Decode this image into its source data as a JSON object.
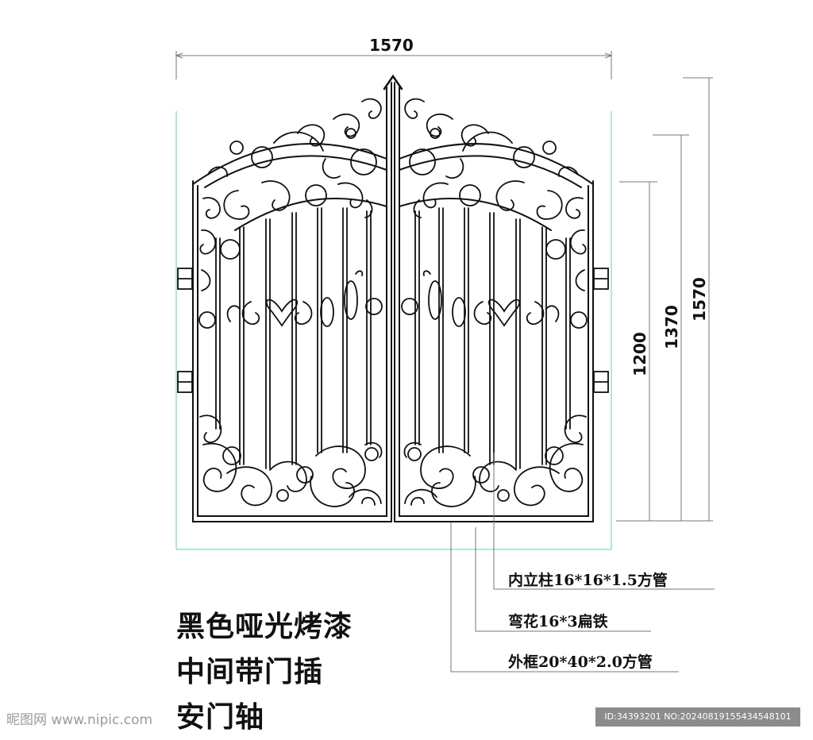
{
  "dimensions": {
    "overall_width": "1570",
    "height_frame": "1200",
    "height_mid": "1370",
    "height_total": "1570"
  },
  "callouts": [
    "内立柱16*16*1.5方管",
    "弯花16*3扁铁",
    "外框20*40*2.0方管"
  ],
  "notes": {
    "finish": "黑色哑光烤漆",
    "latch": "中间带门插",
    "hinge": "安门轴"
  },
  "watermark": {
    "site": "昵图网 www.nipic.com",
    "id_text": "ID:34393201 NO:20240819155434548101"
  },
  "colors": {
    "ink": "#111111",
    "guide": "#7fd6c2",
    "dim_line": "#777777"
  }
}
